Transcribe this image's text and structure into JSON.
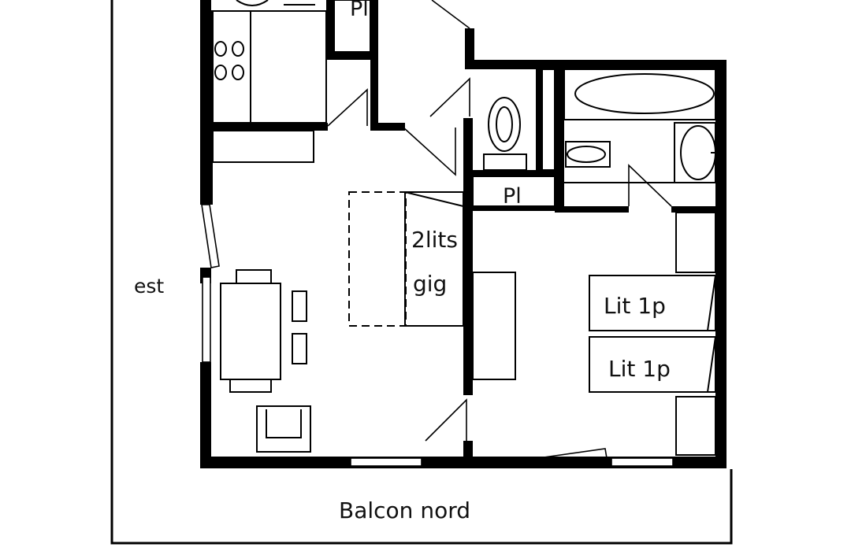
{
  "labels": {
    "orientation_est": "est",
    "balcony": "Balcon nord",
    "closet_top": "Pl",
    "closet_middle": "Pl",
    "double_bed_line1": "2lits",
    "double_bed_line2": "gig",
    "single_bed_1": "Lit 1p",
    "single_bed_2": "Lit 1p"
  }
}
